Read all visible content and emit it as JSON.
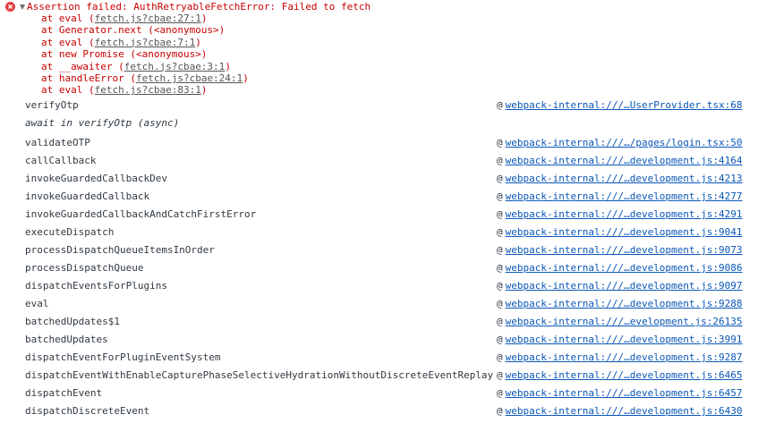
{
  "error": {
    "title": "Assertion failed: AuthRetryableFetchError: Failed to fetch",
    "trace": [
      {
        "prefix": "at eval (",
        "link": "fetch.js?cbae:27:1",
        "suffix": ")"
      },
      {
        "prefix": "at Generator.next (<anonymous>)",
        "link": "",
        "suffix": ""
      },
      {
        "prefix": "at eval (",
        "link": "fetch.js?cbae:7:1",
        "suffix": ")"
      },
      {
        "prefix": "at new Promise (<anonymous>)",
        "link": "",
        "suffix": ""
      },
      {
        "prefix": "at __awaiter (",
        "link": "fetch.js?cbae:3:1",
        "suffix": ")"
      },
      {
        "prefix": "at handleError (",
        "link": "fetch.js?cbae:24:1",
        "suffix": ")"
      },
      {
        "prefix": "at eval (",
        "link": "fetch.js?cbae:83:1",
        "suffix": ")"
      }
    ]
  },
  "stack": [
    {
      "fn": "verifyOtp",
      "at": "@",
      "src": "webpack-internal:///…UserProvider.tsx:68",
      "async": false
    },
    {
      "fn": "await in verifyOtp (async)",
      "at": "",
      "src": "",
      "async": true
    },
    {
      "fn": "validateOTP",
      "at": "@",
      "src": "webpack-internal:///…/pages/login.tsx:50",
      "async": false
    },
    {
      "fn": "callCallback",
      "at": "@",
      "src": "webpack-internal:///…development.js:4164",
      "async": false
    },
    {
      "fn": "invokeGuardedCallbackDev",
      "at": "@",
      "src": "webpack-internal:///…development.js:4213",
      "async": false
    },
    {
      "fn": "invokeGuardedCallback",
      "at": "@",
      "src": "webpack-internal:///…development.js:4277",
      "async": false
    },
    {
      "fn": "invokeGuardedCallbackAndCatchFirstError",
      "at": "@",
      "src": "webpack-internal:///…development.js:4291",
      "async": false
    },
    {
      "fn": "executeDispatch",
      "at": "@",
      "src": "webpack-internal:///…development.js:9041",
      "async": false
    },
    {
      "fn": "processDispatchQueueItemsInOrder",
      "at": "@",
      "src": "webpack-internal:///…development.js:9073",
      "async": false
    },
    {
      "fn": "processDispatchQueue",
      "at": "@",
      "src": "webpack-internal:///…development.js:9086",
      "async": false
    },
    {
      "fn": "dispatchEventsForPlugins",
      "at": "@",
      "src": "webpack-internal:///…development.js:9097",
      "async": false
    },
    {
      "fn": "eval",
      "at": "@",
      "src": "webpack-internal:///…development.js:9288",
      "async": false
    },
    {
      "fn": "batchedUpdates$1",
      "at": "@",
      "src": "webpack-internal:///…evelopment.js:26135",
      "async": false
    },
    {
      "fn": "batchedUpdates",
      "at": "@",
      "src": "webpack-internal:///…development.js:3991",
      "async": false
    },
    {
      "fn": "dispatchEventForPluginEventSystem",
      "at": "@",
      "src": "webpack-internal:///…development.js:9287",
      "async": false
    },
    {
      "fn": "dispatchEventWithEnableCapturePhaseSelectiveHydrationWithoutDiscreteEventReplay",
      "at": "@",
      "src": "webpack-internal:///…development.js:6465",
      "async": false
    },
    {
      "fn": "dispatchEvent",
      "at": "@",
      "src": "webpack-internal:///…development.js:6457",
      "async": false
    },
    {
      "fn": "dispatchDiscreteEvent",
      "at": "@",
      "src": "webpack-internal:///…development.js:6430",
      "async": false
    }
  ],
  "colors": {
    "error": "#c80000",
    "error_icon": "#e33f3f",
    "link": "#0b57b8"
  },
  "icons": {
    "error": "error-circle-icon",
    "toggle": "disclosure-triangle-icon"
  }
}
